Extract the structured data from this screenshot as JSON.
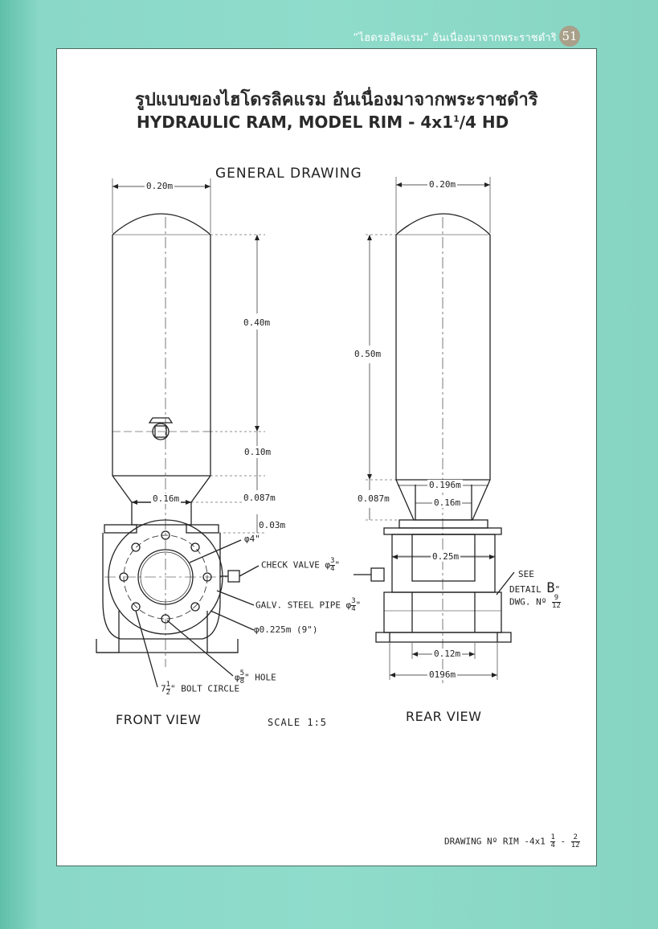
{
  "header": {
    "running_title": "“ไฮดรอลิคแรม” อันเนื่องมาจากพระราชดำริ",
    "page_number": "51"
  },
  "drawing": {
    "title_thai": "รูปแบบของไฮโดรลิคแรม อันเนื่องมาจากพระราชดำริ",
    "title_english_main": "HYDRAULIC RAM, MODEL RIM - 4x1",
    "title_english_sup": "1",
    "title_english_frac": "/4",
    "title_english_suffix": " HD",
    "general_drawing": "GENERAL  DRAWING",
    "scale": "SCALE  1:5",
    "drawing_no_prefix": "DRAWING Nº RIM -4x1",
    "drawing_no_frac1_num": "1",
    "drawing_no_frac1_den": "4",
    "drawing_no_sep": "-",
    "drawing_no_frac2_num": "2",
    "drawing_no_frac2_den": "12"
  },
  "front_view": {
    "label": "FRONT  VIEW",
    "dim_top_width": "0.20m",
    "dim_040": "0.40m",
    "dim_010": "0.10m",
    "dim_0087": "0.087m",
    "dim_003": "0.03m",
    "dim_016": "0.16m",
    "dim_phi4": "φ4\"",
    "check_valve": "CHECK  VALVE φ",
    "check_valve_frac_num": "3",
    "check_valve_frac_den": "4",
    "check_valve_quote": "\"",
    "galv_pipe": "GALV. STEEL PIPE φ",
    "galv_pipe_frac_num": "3",
    "galv_pipe_frac_den": "4",
    "galv_pipe_quote": "\"",
    "dim_0225": "φ0.225m (9\")",
    "hole_prefix": "φ",
    "hole_frac_num": "5",
    "hole_frac_den": "8",
    "hole_suffix": "\" HOLE",
    "bolt_prefix": "7",
    "bolt_frac_num": "1",
    "bolt_frac_den": "2",
    "bolt_suffix": "\" BOLT CIRCLE"
  },
  "rear_view": {
    "label": "REAR  VIEW",
    "dim_top_width": "0.20m",
    "dim_050": "0.50m",
    "dim_0087": "0.087m",
    "dim_0196_top": "0.196m",
    "dim_016": "0.16m",
    "dim_025": "0.25m",
    "dim_012": "0.12m",
    "dim_0196_bottom": "0196m",
    "see": "SEE",
    "detail": "DETAIL",
    "detail_letter": "B",
    "detail_quote": "\"",
    "dwg_no": "DWG. Nº",
    "dwg_frac_num": "9",
    "dwg_frac_den": "12"
  },
  "colors": {
    "page_background": "#8fdccb",
    "sheet": "#ffffff",
    "ink": "#222222",
    "page_badge": "#a9a08a"
  }
}
